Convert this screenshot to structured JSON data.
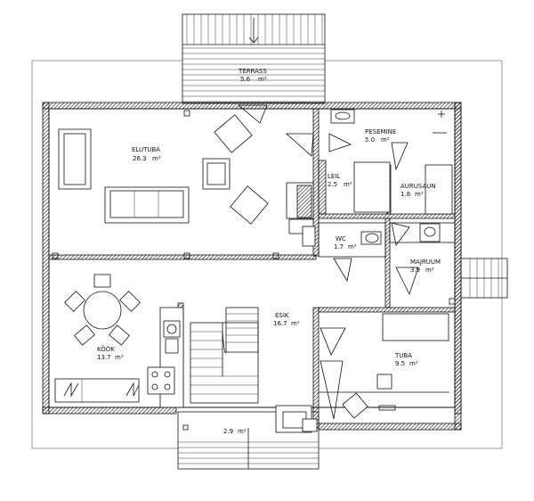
{
  "rooms": {
    "terrace": {
      "name": "TERRASS",
      "area": "5.6",
      "unit": "m²"
    },
    "living": {
      "name": "ELUTUBA",
      "area": "26.3",
      "unit": "m²"
    },
    "laundry": {
      "name": "PESEMINE",
      "area": "5.0",
      "unit": "m²"
    },
    "stove": {
      "name": "LEIL",
      "area": "2.5",
      "unit": "m²"
    },
    "sauna": {
      "name": "AURUSAUN",
      "area": "1.8",
      "unit": "m²"
    },
    "wc": {
      "name": "WC",
      "area": "1.7",
      "unit": "m²"
    },
    "storage": {
      "name": "MAJRUUM",
      "area": "3.9",
      "unit": "m²"
    },
    "hall": {
      "name": "ESIK",
      "area": "16.7",
      "unit": "m²"
    },
    "kitchen": {
      "name": "KÖÖK",
      "area": "13.7",
      "unit": "m²"
    },
    "room": {
      "name": "TUBA",
      "area": "9.5",
      "unit": "m²"
    },
    "porch": {
      "name": "",
      "area": "2.9",
      "unit": "m²"
    }
  }
}
